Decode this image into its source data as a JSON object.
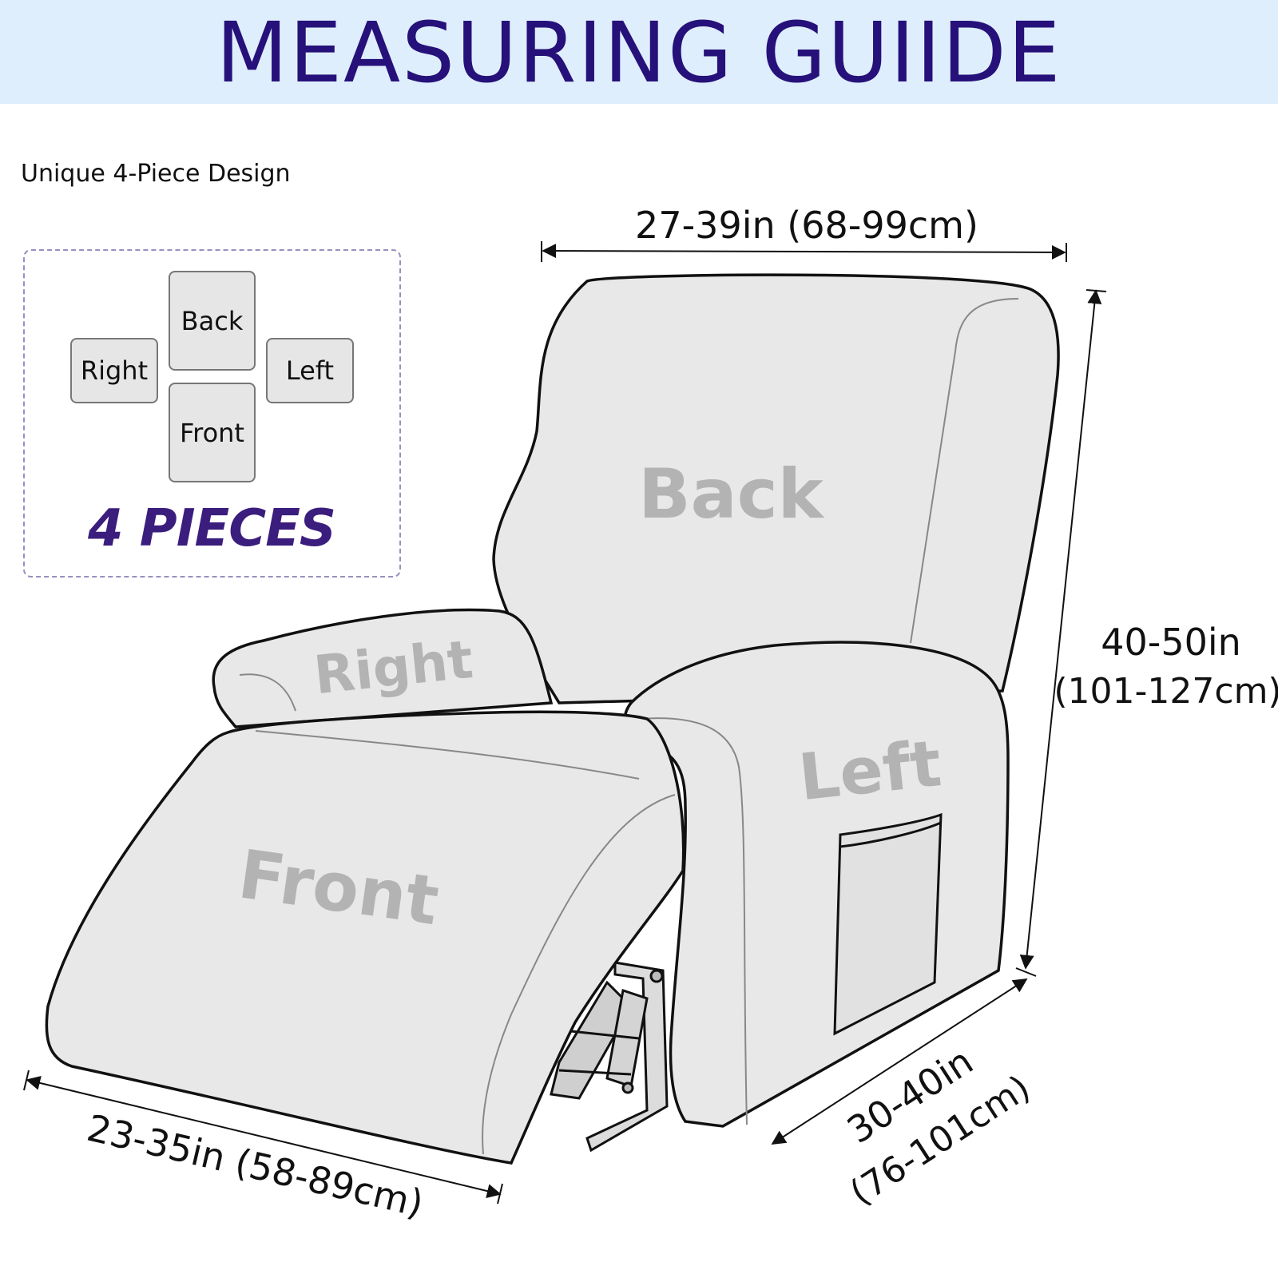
{
  "banner": {
    "title": "MEASURING GUIIDE",
    "background": "#dfeefc",
    "title_color": "#26117a"
  },
  "subtitle": "Unique 4-Piece Design",
  "pieces_legend": {
    "back": "Back",
    "right": "Right",
    "left": "Left",
    "front": "Front",
    "count_label": "4 PIECES"
  },
  "chair_labels": {
    "back": "Back",
    "right": "Right",
    "left": "Left",
    "front": "Front"
  },
  "dimensions": {
    "width": "27-39in (68-99cm)",
    "height_in": "40-50in",
    "height_cm": "(101-127cm)",
    "depth_in": "30-40in",
    "depth_cm": "(76-101cm)",
    "footrest": "23-35in (58-89cm)"
  },
  "colors": {
    "fabric": "#e8e8e8",
    "outline": "#111111",
    "label_gray": "#b3b3b3",
    "accent": "#3b1d7e"
  }
}
